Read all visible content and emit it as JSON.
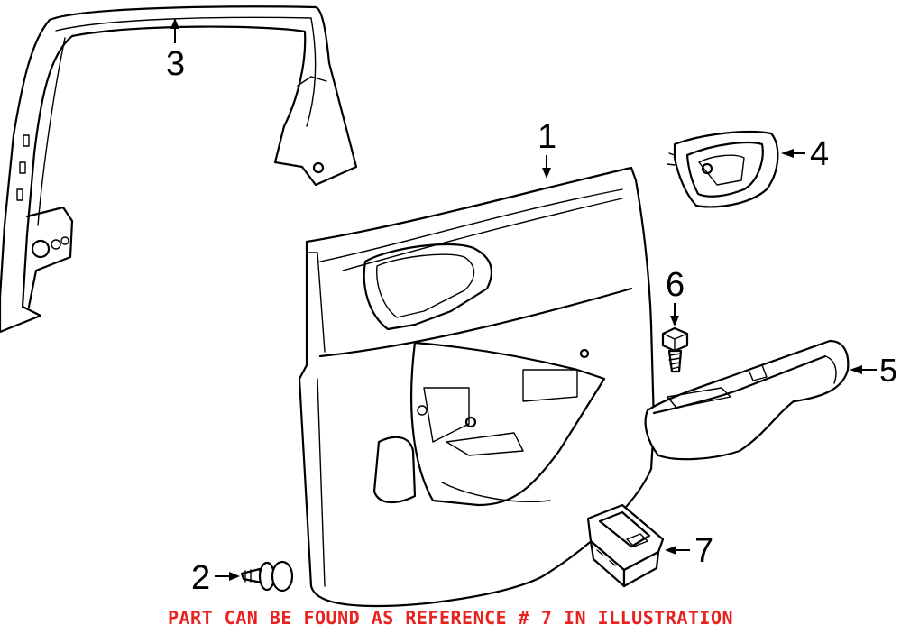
{
  "callouts": {
    "c1": "1",
    "c2": "2",
    "c3": "3",
    "c4": "4",
    "c5": "5",
    "c6": "6",
    "c7": "7"
  },
  "footer": {
    "note": "PART CAN BE FOUND AS REFERENCE # 7 IN ILLUSTRATION",
    "note_color": "#e8221f"
  }
}
